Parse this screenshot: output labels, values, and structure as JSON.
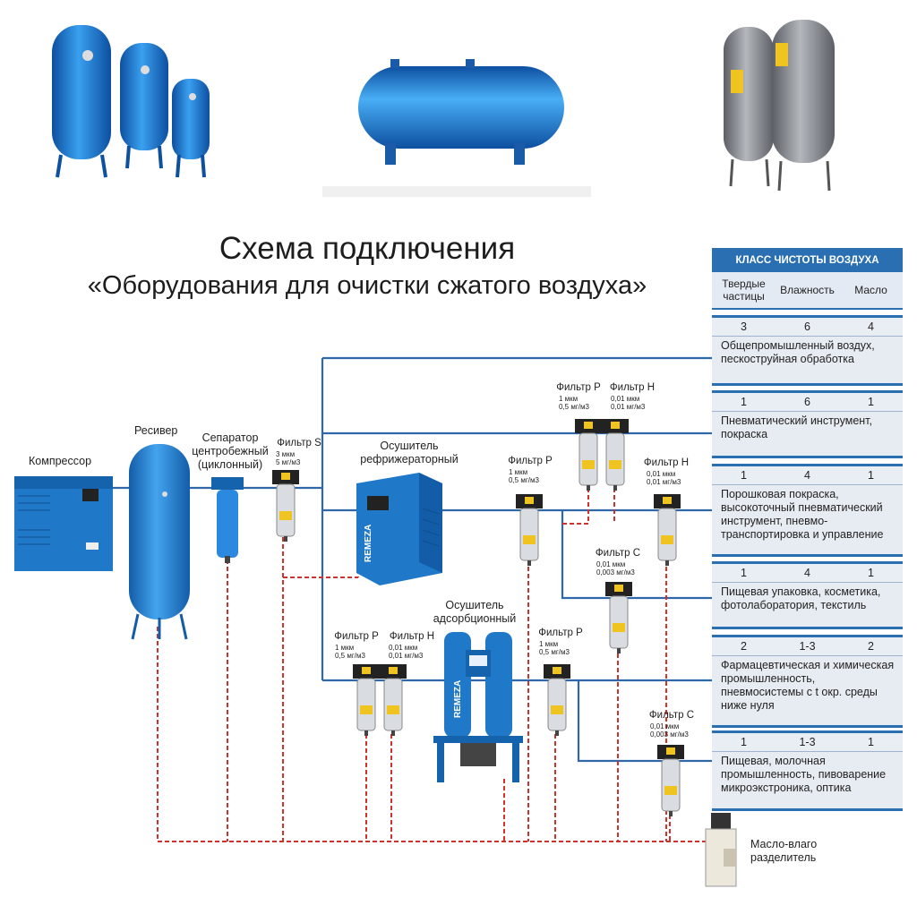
{
  "title": {
    "line1": "Схема подключения",
    "line2": "«Оборудования для очистки сжатого воздуха»"
  },
  "components": {
    "compressor": "Компрессор",
    "receiver": "Ресивер",
    "separator": "Сепаратор центробежный (циклонный)",
    "separator_l1": "Сепаратор",
    "separator_l2": "центробежный",
    "separator_l3": "(циклонный)",
    "filter_s": "Фильтр S",
    "filter_s_spec1": "3 мкм",
    "filter_s_spec2": "5 мг/м3",
    "ref_dryer_l1": "Осушитель",
    "ref_dryer_l2": "рефрижераторный",
    "ads_dryer_l1": "Осушитель",
    "ads_dryer_l2": "адсорбционный",
    "oil_sep_l1": "Масло-влаго",
    "oil_sep_l2": "разделитель"
  },
  "filters": {
    "p": "Фильтр P",
    "h": "Фильтр H",
    "c": "Фильтр C",
    "p_spec1": "1 мкм",
    "p_spec2": "0,5 мг/м3",
    "h_spec1": "0,01 мкм",
    "h_spec2": "0,01 мг/м3",
    "c_spec1": "0,01 мкм",
    "c_spec2": "0,003 мг/м3"
  },
  "brand": "REMEZA",
  "panel": {
    "header": "КЛАСС ЧИСТОТЫ ВОЗДУХА",
    "col1": "Твердые частицы",
    "col2": "Влажность",
    "col3": "Масло",
    "rows": [
      {
        "v": [
          "3",
          "6",
          "4"
        ],
        "text": "Общепромышленный воздух, пескоструйная обработка"
      },
      {
        "v": [
          "1",
          "6",
          "1"
        ],
        "text": "Пневматический инструмент, покраска"
      },
      {
        "v": [
          "1",
          "4",
          "1"
        ],
        "text": "Порошковая покраска, высокоточный пневматический инструмент, пневмо-транспортировка и управление"
      },
      {
        "v": [
          "1",
          "4",
          "1"
        ],
        "text": "Пищевая упаковка, косметика, фотолаборатория, текстиль"
      },
      {
        "v": [
          "2",
          "1-3",
          "2"
        ],
        "text": "Фармацевтическая и химическая промышленность, пневмосистемы с t окр. среды ниже нуля"
      },
      {
        "v": [
          "1",
          "1-3",
          "1"
        ],
        "text": "Пищевая, молочная промышленность, пивоварение микроэкстроника, оптика"
      }
    ]
  },
  "colors": {
    "pipe": "#2f67a8",
    "drain": "#d0312d",
    "equipment": "#1f78c8",
    "panel_accent": "#2a6fb2"
  }
}
